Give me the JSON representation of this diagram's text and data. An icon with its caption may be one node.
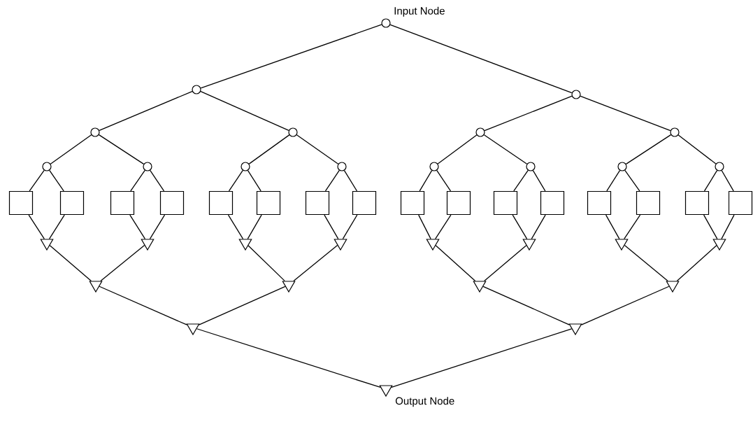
{
  "diagram": {
    "nodes": [
      {
        "text": [],
        "shape": "circle",
        "beside": [
          "Input Node"
        ]
      },
      {
        "text": [],
        "shape": "circle"
      },
      {
        "text": [],
        "shape": "circle"
      },
      {
        "text": [],
        "shape": "circle"
      },
      {
        "text": [],
        "shape": "circle"
      },
      {
        "text": [],
        "shape": "circle"
      },
      {
        "text": [],
        "shape": "circle"
      },
      {
        "text": [],
        "shape": "circle"
      },
      {
        "text": [],
        "shape": "circle"
      },
      {
        "text": [],
        "shape": "circle"
      },
      {
        "text": [],
        "shape": "circle"
      },
      {
        "text": [],
        "shape": "circle"
      },
      {
        "text": [],
        "shape": "circle"
      },
      {
        "text": [],
        "shape": "circle"
      },
      {
        "text": [],
        "shape": "circle"
      },
      {
        "text": [],
        "shape": "box"
      },
      {
        "text": [],
        "shape": "box"
      },
      {
        "text": [],
        "shape": "box"
      },
      {
        "text": [],
        "shape": "box"
      },
      {
        "text": [],
        "shape": "box"
      },
      {
        "text": [],
        "shape": "box"
      },
      {
        "text": [],
        "shape": "box"
      },
      {
        "text": [],
        "shape": "box"
      },
      {
        "text": [],
        "shape": "box"
      },
      {
        "text": [],
        "shape": "box"
      },
      {
        "text": [],
        "shape": "box"
      },
      {
        "text": [],
        "shape": "box"
      },
      {
        "text": [],
        "shape": "box"
      },
      {
        "text": [],
        "shape": "box"
      },
      {
        "text": [],
        "shape": "box"
      },
      {
        "text": [],
        "shape": "box"
      },
      {
        "text": [],
        "shape": "triangle"
      },
      {
        "text": [],
        "shape": "triangle"
      },
      {
        "text": [],
        "shape": "triangle"
      },
      {
        "text": [],
        "shape": "triangle"
      },
      {
        "text": [],
        "shape": "triangle"
      },
      {
        "text": [],
        "shape": "triangle"
      },
      {
        "text": [],
        "shape": "triangle"
      },
      {
        "text": [],
        "shape": "triangle"
      },
      {
        "text": [],
        "shape": "triangle"
      },
      {
        "text": [],
        "shape": "triangle"
      },
      {
        "text": [],
        "shape": "triangle"
      },
      {
        "text": [],
        "shape": "triangle"
      },
      {
        "text": [],
        "shape": "triangle"
      },
      {
        "text": [],
        "shape": "triangle"
      },
      {
        "text": [],
        "shape": "triangle",
        "beside": [
          "Output Node"
        ]
      }
    ],
    "edges": [
      {
        "from": 0,
        "to": 1,
        "arrow": "none"
      },
      {
        "from": 0,
        "to": 2,
        "arrow": "none"
      },
      {
        "from": 1,
        "to": 3,
        "arrow": "none"
      },
      {
        "from": 1,
        "to": 4,
        "arrow": "none"
      },
      {
        "from": 2,
        "to": 5,
        "arrow": "none"
      },
      {
        "from": 2,
        "to": 6,
        "arrow": "none"
      },
      {
        "from": 3,
        "to": 7,
        "arrow": "none"
      },
      {
        "from": 3,
        "to": 8,
        "arrow": "none"
      },
      {
        "from": 4,
        "to": 9,
        "arrow": "none"
      },
      {
        "from": 4,
        "to": 10,
        "arrow": "none"
      },
      {
        "from": 5,
        "to": 11,
        "arrow": "none"
      },
      {
        "from": 5,
        "to": 12,
        "arrow": "none"
      },
      {
        "from": 6,
        "to": 13,
        "arrow": "none"
      },
      {
        "from": 6,
        "to": 14,
        "arrow": "none"
      },
      {
        "from": 7,
        "to": 15,
        "arrow": "none"
      },
      {
        "from": 7,
        "to": 16,
        "arrow": "none"
      },
      {
        "from": 8,
        "to": 17,
        "arrow": "none"
      },
      {
        "from": 8,
        "to": 18,
        "arrow": "none"
      },
      {
        "from": 9,
        "to": 19,
        "arrow": "none"
      },
      {
        "from": 9,
        "to": 20,
        "arrow": "none"
      },
      {
        "from": 10,
        "to": 21,
        "arrow": "none"
      },
      {
        "from": 10,
        "to": 22,
        "arrow": "none"
      },
      {
        "from": 11,
        "to": 23,
        "arrow": "none"
      },
      {
        "from": 11,
        "to": 24,
        "arrow": "none"
      },
      {
        "from": 12,
        "to": 25,
        "arrow": "none"
      },
      {
        "from": 12,
        "to": 26,
        "arrow": "none"
      },
      {
        "from": 13,
        "to": 27,
        "arrow": "none"
      },
      {
        "from": 13,
        "to": 28,
        "arrow": "none"
      },
      {
        "from": 14,
        "to": 29,
        "arrow": "none"
      },
      {
        "from": 14,
        "to": 30,
        "arrow": "none"
      },
      {
        "from": 15,
        "to": 31,
        "arrow": "none"
      },
      {
        "from": 16,
        "to": 31,
        "arrow": "none"
      },
      {
        "from": 17,
        "to": 32,
        "arrow": "none"
      },
      {
        "from": 18,
        "to": 32,
        "arrow": "none"
      },
      {
        "from": 19,
        "to": 33,
        "arrow": "none"
      },
      {
        "from": 20,
        "to": 33,
        "arrow": "none"
      },
      {
        "from": 21,
        "to": 34,
        "arrow": "none"
      },
      {
        "from": 22,
        "to": 34,
        "arrow": "none"
      },
      {
        "from": 23,
        "to": 35,
        "arrow": "none"
      },
      {
        "from": 24,
        "to": 35,
        "arrow": "none"
      },
      {
        "from": 25,
        "to": 36,
        "arrow": "none"
      },
      {
        "from": 26,
        "to": 36,
        "arrow": "none"
      },
      {
        "from": 27,
        "to": 37,
        "arrow": "none"
      },
      {
        "from": 28,
        "to": 37,
        "arrow": "none"
      },
      {
        "from": 29,
        "to": 38,
        "arrow": "none"
      },
      {
        "from": 30,
        "to": 38,
        "arrow": "none"
      },
      {
        "from": 31,
        "to": 39,
        "arrow": "none"
      },
      {
        "from": 32,
        "to": 39,
        "arrow": "none"
      },
      {
        "from": 33,
        "to": 40,
        "arrow": "none"
      },
      {
        "from": 34,
        "to": 40,
        "arrow": "none"
      },
      {
        "from": 35,
        "to": 41,
        "arrow": "none"
      },
      {
        "from": 36,
        "to": 41,
        "arrow": "none"
      },
      {
        "from": 37,
        "to": 42,
        "arrow": "none"
      },
      {
        "from": 38,
        "to": 42,
        "arrow": "none"
      },
      {
        "from": 39,
        "to": 43,
        "arrow": "none"
      },
      {
        "from": 40,
        "to": 43,
        "arrow": "none"
      },
      {
        "from": 41,
        "to": 44,
        "arrow": "none"
      },
      {
        "from": 42,
        "to": 44,
        "arrow": "none"
      },
      {
        "from": 43,
        "to": 45,
        "arrow": "none"
      },
      {
        "from": 44,
        "to": 45,
        "arrow": "none"
      }
    ]
  }
}
